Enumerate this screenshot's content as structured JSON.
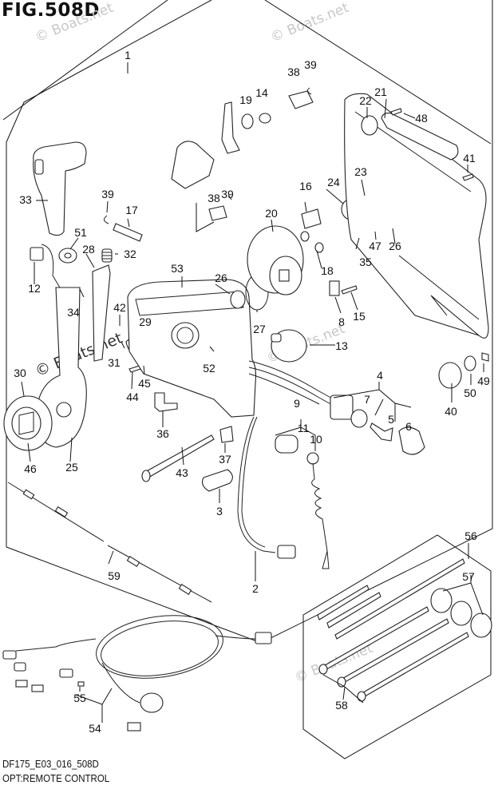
{
  "figure": {
    "title": "FIG.508D",
    "code": "DF175_E03_016_508D",
    "caption": "OPT:REMOTE CONTROL"
  },
  "watermarks": [
    "© Boats.net",
    "© Boats.net",
    "© Boats.net",
    "© Boats.net",
    "© Boats.net"
  ],
  "callouts": [
    {
      "id": "1",
      "label": "1"
    },
    {
      "id": "2",
      "label": "2"
    },
    {
      "id": "3",
      "label": "3"
    },
    {
      "id": "4",
      "label": "4"
    },
    {
      "id": "5",
      "label": "5"
    },
    {
      "id": "6",
      "label": "6"
    },
    {
      "id": "7",
      "label": "7"
    },
    {
      "id": "8",
      "label": "8"
    },
    {
      "id": "9",
      "label": "9"
    },
    {
      "id": "10",
      "label": "10"
    },
    {
      "id": "11",
      "label": "11"
    },
    {
      "id": "12",
      "label": "12"
    },
    {
      "id": "13",
      "label": "13"
    },
    {
      "id": "14",
      "label": "14"
    },
    {
      "id": "15",
      "label": "15"
    },
    {
      "id": "16",
      "label": "16"
    },
    {
      "id": "17",
      "label": "17"
    },
    {
      "id": "18",
      "label": "18"
    },
    {
      "id": "19",
      "label": "19"
    },
    {
      "id": "20",
      "label": "20"
    },
    {
      "id": "21",
      "label": "21"
    },
    {
      "id": "22",
      "label": "22"
    },
    {
      "id": "23",
      "label": "23"
    },
    {
      "id": "24",
      "label": "24"
    },
    {
      "id": "25",
      "label": "25"
    },
    {
      "id": "26a",
      "label": "26"
    },
    {
      "id": "26b",
      "label": "26"
    },
    {
      "id": "27",
      "label": "27"
    },
    {
      "id": "28",
      "label": "28"
    },
    {
      "id": "29",
      "label": "29"
    },
    {
      "id": "30",
      "label": "30"
    },
    {
      "id": "31",
      "label": "31"
    },
    {
      "id": "32",
      "label": "32"
    },
    {
      "id": "33",
      "label": "33"
    },
    {
      "id": "34",
      "label": "34"
    },
    {
      "id": "35",
      "label": "35"
    },
    {
      "id": "36",
      "label": "36"
    },
    {
      "id": "37",
      "label": "37"
    },
    {
      "id": "38a",
      "label": "38"
    },
    {
      "id": "38b",
      "label": "38"
    },
    {
      "id": "39a",
      "label": "39"
    },
    {
      "id": "39b",
      "label": "39"
    },
    {
      "id": "39c",
      "label": "39"
    },
    {
      "id": "40",
      "label": "40"
    },
    {
      "id": "41",
      "label": "41"
    },
    {
      "id": "42",
      "label": "42"
    },
    {
      "id": "43",
      "label": "43"
    },
    {
      "id": "44",
      "label": "44"
    },
    {
      "id": "45",
      "label": "45"
    },
    {
      "id": "46",
      "label": "46"
    },
    {
      "id": "47",
      "label": "47"
    },
    {
      "id": "48",
      "label": "48"
    },
    {
      "id": "49",
      "label": "49"
    },
    {
      "id": "50",
      "label": "50"
    },
    {
      "id": "51",
      "label": "51"
    },
    {
      "id": "52",
      "label": "52"
    },
    {
      "id": "53",
      "label": "53"
    },
    {
      "id": "54",
      "label": "54"
    },
    {
      "id": "55",
      "label": "55"
    },
    {
      "id": "56",
      "label": "56"
    },
    {
      "id": "57",
      "label": "57"
    },
    {
      "id": "58",
      "label": "58"
    },
    {
      "id": "59",
      "label": "59"
    }
  ]
}
